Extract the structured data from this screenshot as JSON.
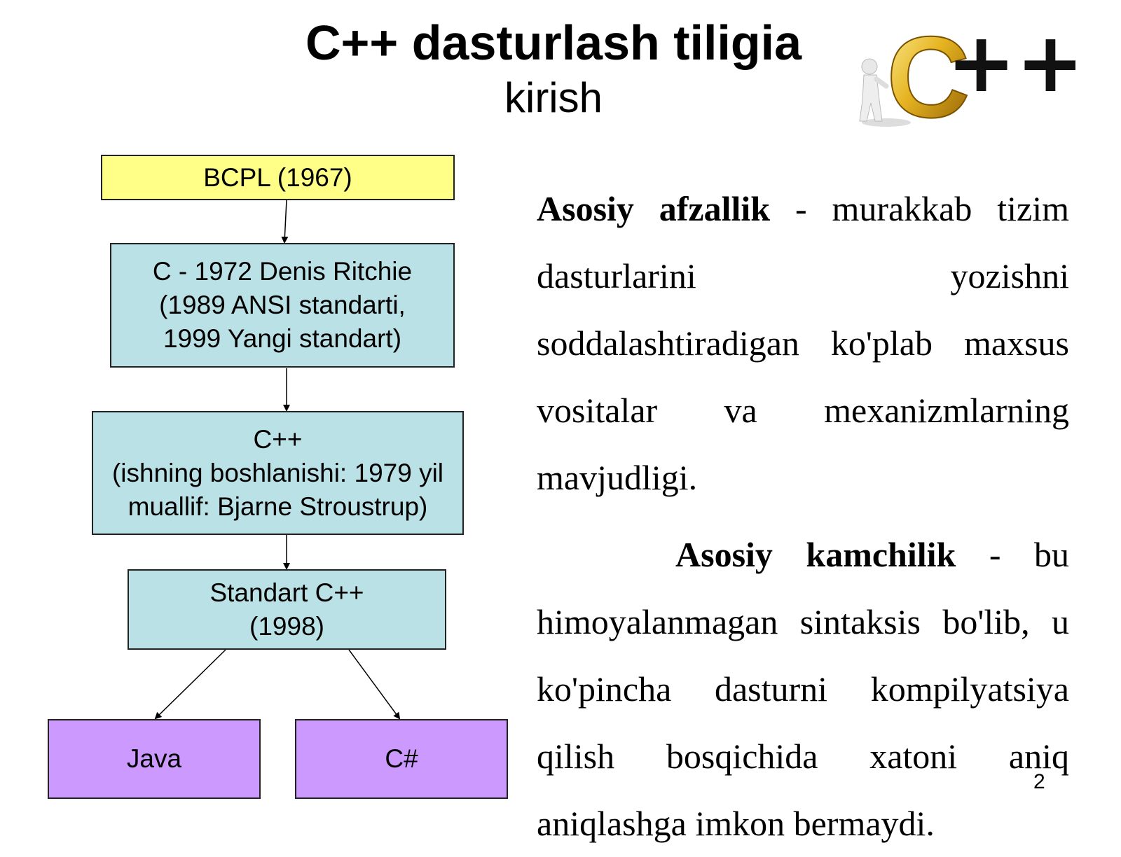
{
  "header": {
    "title": "C++ dasturlash tiligia",
    "subtitle": "kirish"
  },
  "logo": {
    "letter": "C",
    "plus_signs": "++",
    "colors": {
      "letter_gold": "#d4a017",
      "plus": "#111111"
    }
  },
  "diagram": {
    "bcpl": {
      "line1": "BCPL (1967)"
    },
    "c_lang": {
      "line1": "C - 1972 Denis Ritchie",
      "line2": "(1989 ANSI standarti,",
      "line3": "1999 Yangi standart)"
    },
    "cpp": {
      "line1": "C++",
      "line2": "(ishning boshlanishi: 1979 yil",
      "line3": "muallif: Bjarne Stroustrup)"
    },
    "std_cpp": {
      "line1": "Standart C++",
      "line2": "(1998)"
    },
    "java": {
      "line1": "Java"
    },
    "csharp": {
      "line1": "C#"
    },
    "colors": {
      "yellow": "#ffff88",
      "blue": "#b9e1e6",
      "purple": "#cc99ff"
    }
  },
  "text": {
    "adv_term": "Asosiy afzallik",
    "adv_rest": " - murakkab tizim dasturlarini yozishni soddalashtiradigan ko'plab maxsus vositalar va mexanizmlarning",
    "adv_last": "mavjudligi.",
    "dis_term": "Asosiy kamchilik",
    "dis_rest": " - bu himoyalanmagan sintaksis bo'lib, u ko'pincha dasturni kompilyatsiya qilish bosqichida xatoni aniq",
    "dis_last": "aniqlashga imkon bermaydi."
  },
  "footer": {
    "page_number": "2"
  }
}
